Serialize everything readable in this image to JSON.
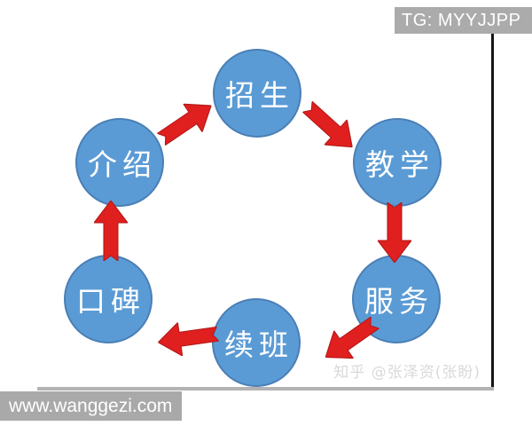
{
  "banners": {
    "top_right": "TG: MYYJJPP",
    "bottom_left": "www.wanggezi.com",
    "credit": "知乎 @张泽资(张盼)"
  },
  "diagram": {
    "type": "cycle",
    "nodes": [
      {
        "id": "enrollment",
        "label": "招生"
      },
      {
        "id": "teaching",
        "label": "教学"
      },
      {
        "id": "service",
        "label": "服务"
      },
      {
        "id": "class-renewal",
        "label": "续班"
      },
      {
        "id": "word-of-mouth",
        "label": "口碑"
      },
      {
        "id": "referral",
        "label": "介绍"
      }
    ],
    "edges": [
      {
        "from": "介绍",
        "to": "招生"
      },
      {
        "from": "招生",
        "to": "教学"
      },
      {
        "from": "教学",
        "to": "服务"
      },
      {
        "from": "服务",
        "to": "续班"
      },
      {
        "from": "续班",
        "to": "口碑"
      },
      {
        "from": "口碑",
        "to": "介绍"
      }
    ],
    "colors": {
      "node_fill": "#5b9bd5",
      "node_border": "#4a7fb5",
      "node_text": "#ffffff",
      "arrow_fill": "#e01f1f",
      "arrow_edge": "#b01515",
      "banner_bg": "#ababab",
      "credit_text": "#d9d9d9",
      "frame_right": "#141414",
      "frame_bottom": "#b3b3b3"
    }
  }
}
